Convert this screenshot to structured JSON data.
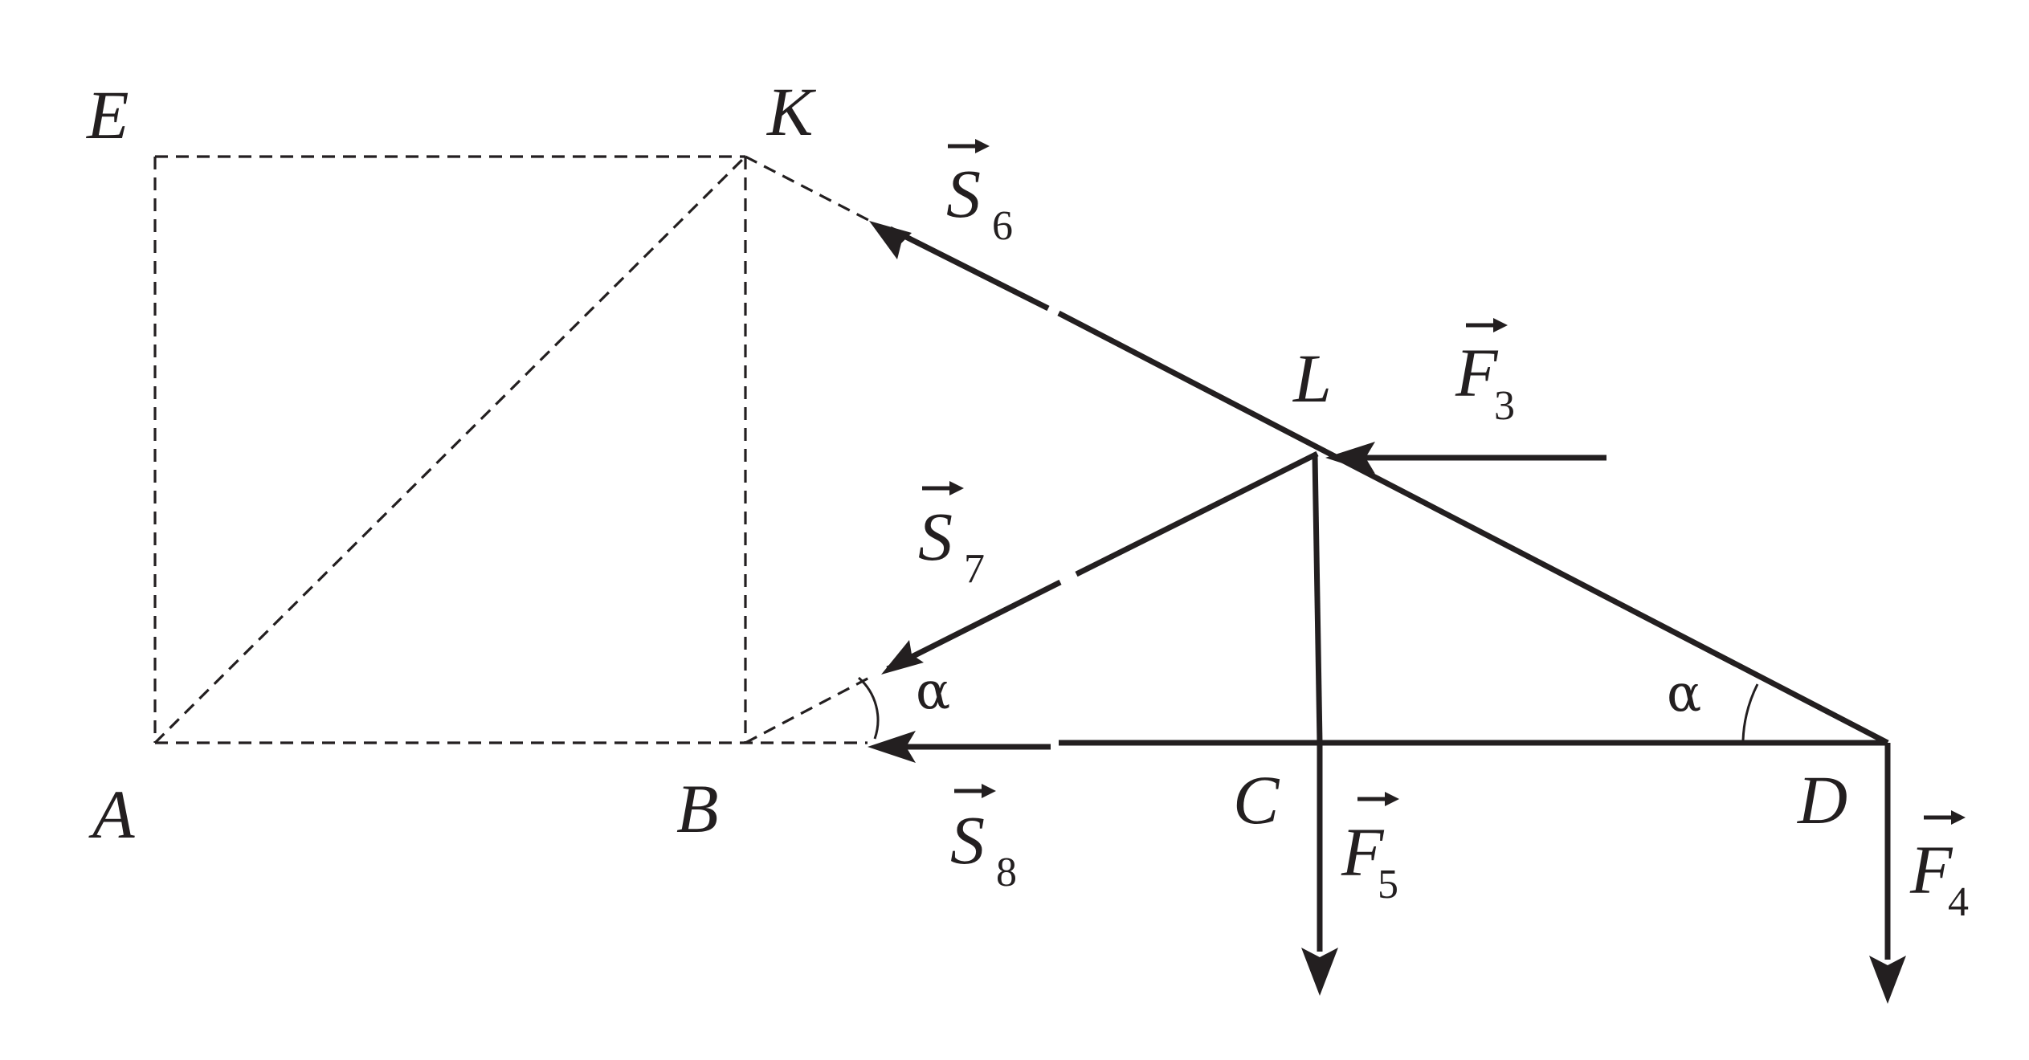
{
  "points": {
    "E": "E",
    "K": "K",
    "L": "L",
    "A": "A",
    "B": "B",
    "C": "C",
    "D": "D"
  },
  "angle_symbol": "α",
  "vectors": {
    "S6": {
      "letter": "S",
      "sub": "6"
    },
    "S7": {
      "letter": "S",
      "sub": "7"
    },
    "S8": {
      "letter": "S",
      "sub": "8"
    },
    "F3": {
      "letter": "F",
      "sub": "3"
    },
    "F4": {
      "letter": "F",
      "sub": "4"
    },
    "F5": {
      "letter": "F",
      "sub": "5"
    }
  },
  "colors": {
    "ink": "#231f20",
    "background": "#ffffff"
  }
}
